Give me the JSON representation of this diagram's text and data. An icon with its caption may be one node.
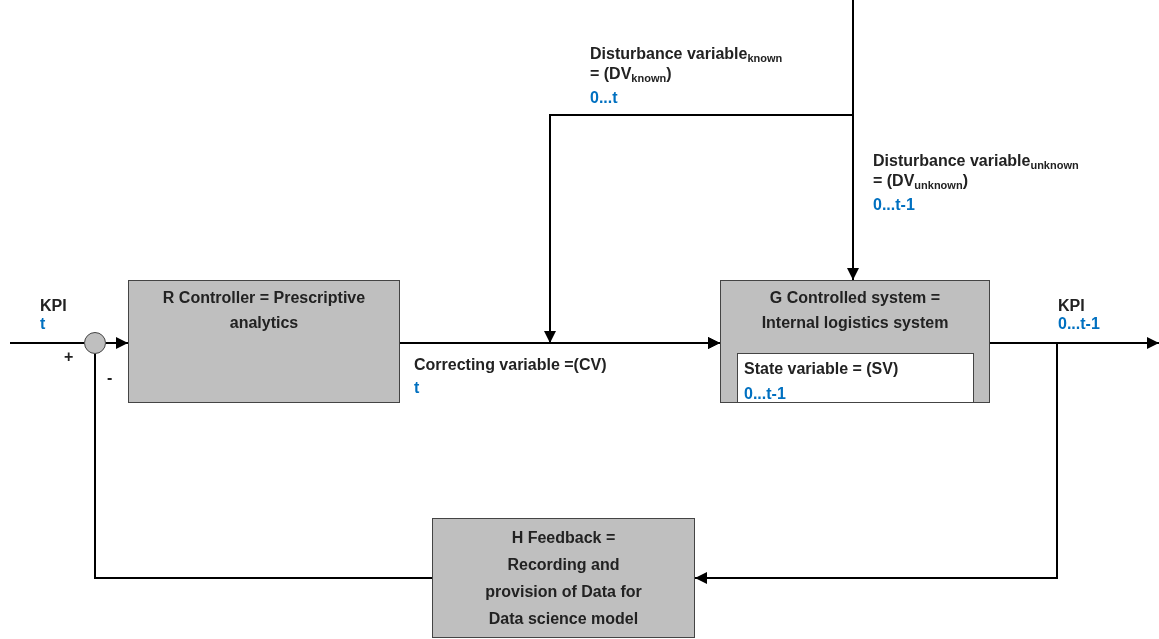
{
  "diagram": {
    "nodes": [
      {
        "text": [],
        "shape": "circle"
      },
      {
        "text": [
          "R Controller = Prescriptive analytics"
        ]
      },
      {
        "text": [
          "G Controlled system = Internal logistics system"
        ]
      },
      {
        "text": [
          "State variable = (SV)",
          "0...t-1"
        ],
        "in": 2
      },
      {
        "text": [
          "H Feedback = Recording and provision of Data for Data science model"
        ]
      }
    ],
    "edges": [
      {
        "from": null,
        "to": 0,
        "arrow": "none"
      },
      {
        "from": 0,
        "to": 1,
        "arrow": "to"
      },
      {
        "from": 1,
        "to": 2,
        "arrow": "to"
      },
      {
        "from": null,
        "to": 2,
        "arrow": "to"
      },
      {
        "from": null,
        "to": 2,
        "arrow": "to"
      },
      {
        "from": 2,
        "to": null,
        "arrow": "to"
      },
      {
        "from": 2,
        "to": 4,
        "arrow": "to"
      },
      {
        "from": 4,
        "to": 0,
        "arrow": "none"
      }
    ],
    "labels": [
      "KPI",
      "t",
      "+",
      "-",
      "Correcting variable =(CV)",
      "t",
      "Disturbance variable$_{known}$ = (DV$_{known}$)",
      "0...t",
      "Disturbance variable$_{unknown}$ = (DV$_{unknown}$)",
      "0...t-1",
      "KPI",
      "0...t-1"
    ]
  }
}
